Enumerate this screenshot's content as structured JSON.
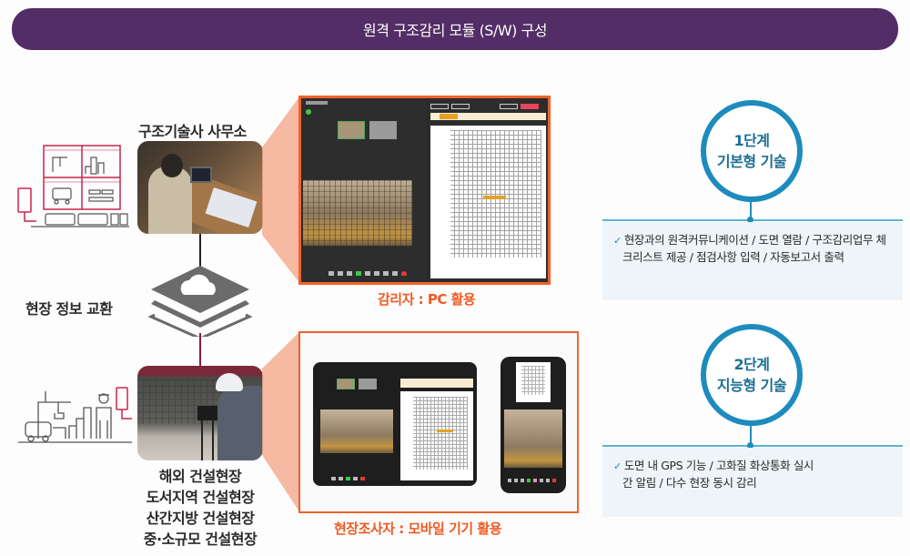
{
  "header": {
    "title": "원격 구조감리 모듈 (S/W) 구성"
  },
  "left": {
    "office_label": "구조기술사 사무소",
    "exchange_label": "현장 정보 교환",
    "site_labels": [
      "해외 건설현장",
      "도서지역 건설현장",
      "산간지방 건설현장",
      "중·소규모 건설현장"
    ],
    "icons": [
      "office-monitoring-icon",
      "cloud-layers-icon",
      "construction-site-icon"
    ]
  },
  "middle": {
    "pc_caption": "감리자 : PC 활용",
    "mobile_caption": "현장조사자 : 모바일 기기 활용"
  },
  "stages": [
    {
      "line1": "1단계",
      "line2": "기본형 기술",
      "description": "현장과의 원격커뮤니케이션 / 도면 열람 / 구조감리업무 체크리스트 제공 / 점검사항 입력 / 자동보고서 출력"
    },
    {
      "line1": "2단계",
      "line2": "지능형 기술",
      "description": "도면 내 GPS 기능 / 고화질 화상통화 실시간 알림 / 다수 현장 동시 감리"
    }
  ],
  "colors": {
    "banner": "#532d66",
    "accent_orange": "#f0622c",
    "stage_blue": "#1e8bbd",
    "icon_red": "#c8254c"
  }
}
